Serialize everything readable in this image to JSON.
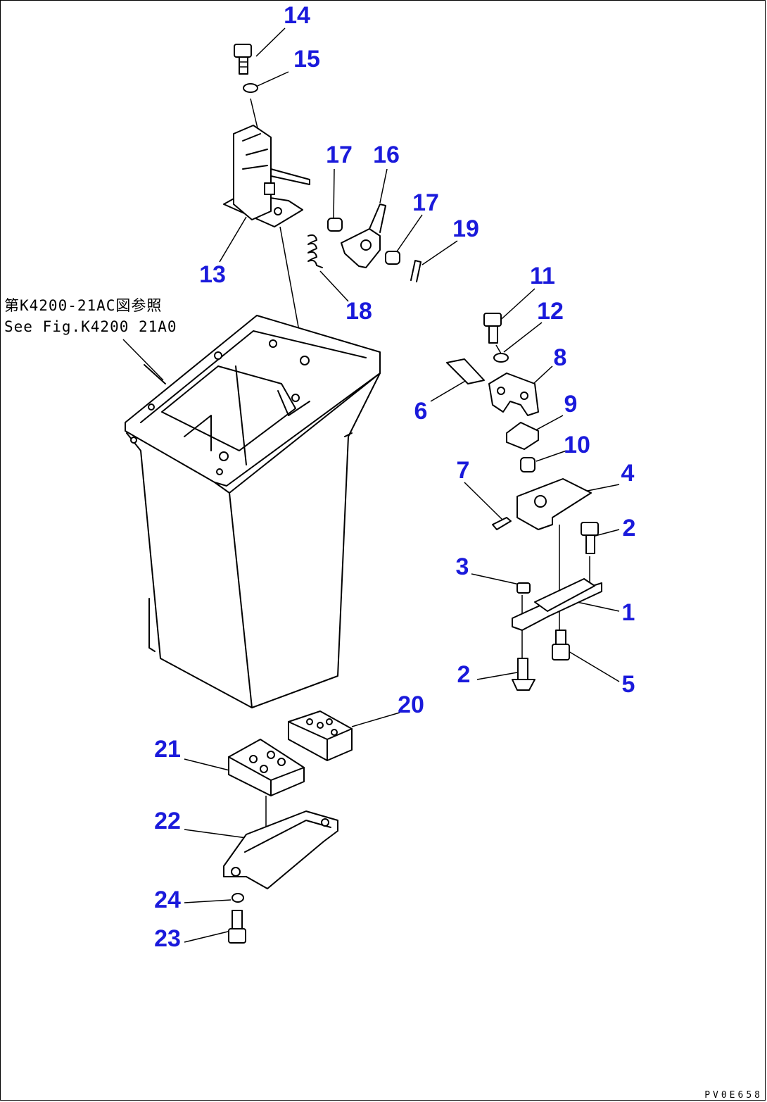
{
  "reference_note": {
    "japanese": "第K4200-21AC図参照",
    "english": "See Fig.K4200 21A0"
  },
  "drawing_code": "PV0E658",
  "callouts": [
    "14",
    "15",
    "17",
    "16",
    "17",
    "19",
    "13",
    "18",
    "11",
    "12",
    "8",
    "6",
    "9",
    "10",
    "7",
    "4",
    "2",
    "3",
    "1",
    "2",
    "5",
    "20",
    "21",
    "22",
    "24",
    "23"
  ],
  "colors": {
    "callout": "#1a1adb",
    "line": "#000000"
  }
}
